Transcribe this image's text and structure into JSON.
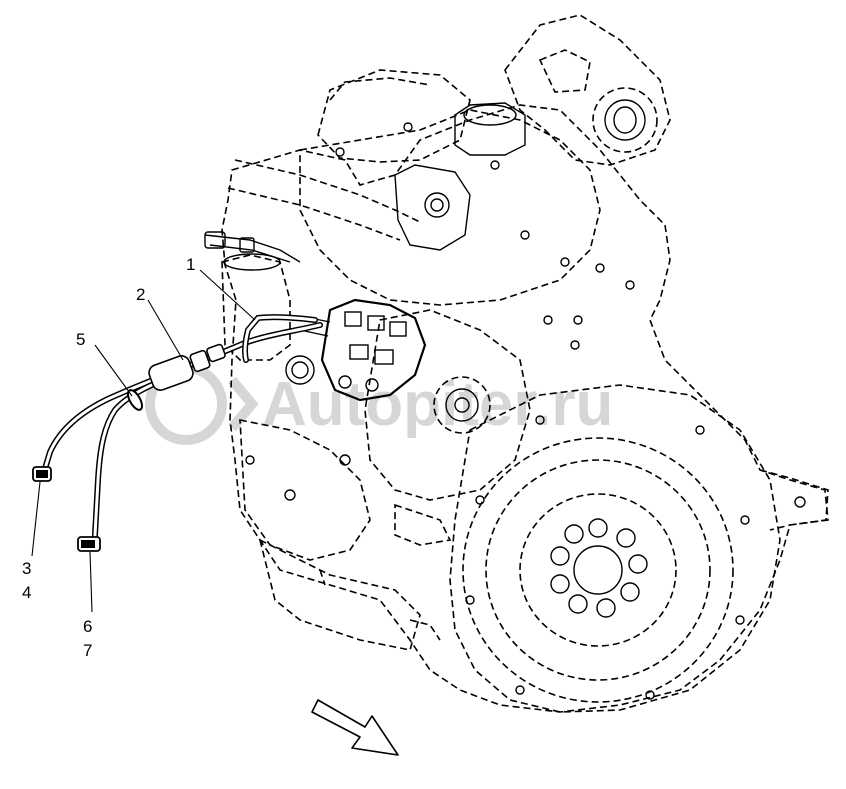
{
  "watermark": "Autopiter.ru",
  "callouts": [
    {
      "id": "c1",
      "text": "1"
    },
    {
      "id": "c2",
      "text": "2"
    },
    {
      "id": "c5",
      "text": "5"
    },
    {
      "id": "c3",
      "text": "3"
    },
    {
      "id": "c4",
      "text": "4"
    },
    {
      "id": "c6",
      "text": "6"
    },
    {
      "id": "c7",
      "text": "7"
    }
  ],
  "icons": {
    "direction_arrow": "arrow-icon",
    "watermark_logo": "watermark-logo-icon"
  }
}
